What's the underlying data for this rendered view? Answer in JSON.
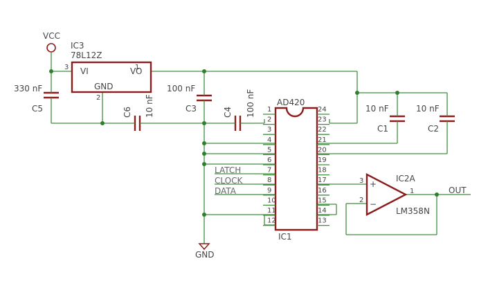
{
  "power": {
    "vcc": "VCC",
    "gnd": "GND",
    "out": "OUT"
  },
  "ic3": {
    "ref": "IC3",
    "value": "78L12Z",
    "vi": "VI",
    "vo": "VO",
    "gnd": "GND",
    "pin_vi": "3",
    "pin_vo": "1",
    "pin_gnd": "2"
  },
  "caps": {
    "c5": {
      "ref": "C5",
      "value": "330 nF"
    },
    "c6": {
      "ref": "C6",
      "value": "10 nF"
    },
    "c3": {
      "ref": "C3",
      "value": "100 nF"
    },
    "c4": {
      "ref": "C4",
      "value": "100 nF"
    },
    "c1": {
      "ref": "C1",
      "value": "10 nF"
    },
    "c2": {
      "ref": "C2",
      "value": "10 nF"
    }
  },
  "ic1": {
    "value": "AD420",
    "ref": "IC1",
    "left_pins": [
      "1",
      "2",
      "3",
      "4",
      "5",
      "6",
      "7",
      "8",
      "9",
      "10",
      "11",
      "12"
    ],
    "right_pins": [
      "24",
      "23",
      "22",
      "21",
      "20",
      "19",
      "18",
      "17",
      "16",
      "15",
      "14",
      "13"
    ]
  },
  "nets": {
    "latch": "LATCH",
    "clock": "CLOCK",
    "data": "DATA"
  },
  "ic2a": {
    "ref": "IC2A",
    "value": "LM358N",
    "pin_plus": "3",
    "pin_minus": "2",
    "pin_out": "1",
    "plus": "+",
    "minus": "−"
  }
}
